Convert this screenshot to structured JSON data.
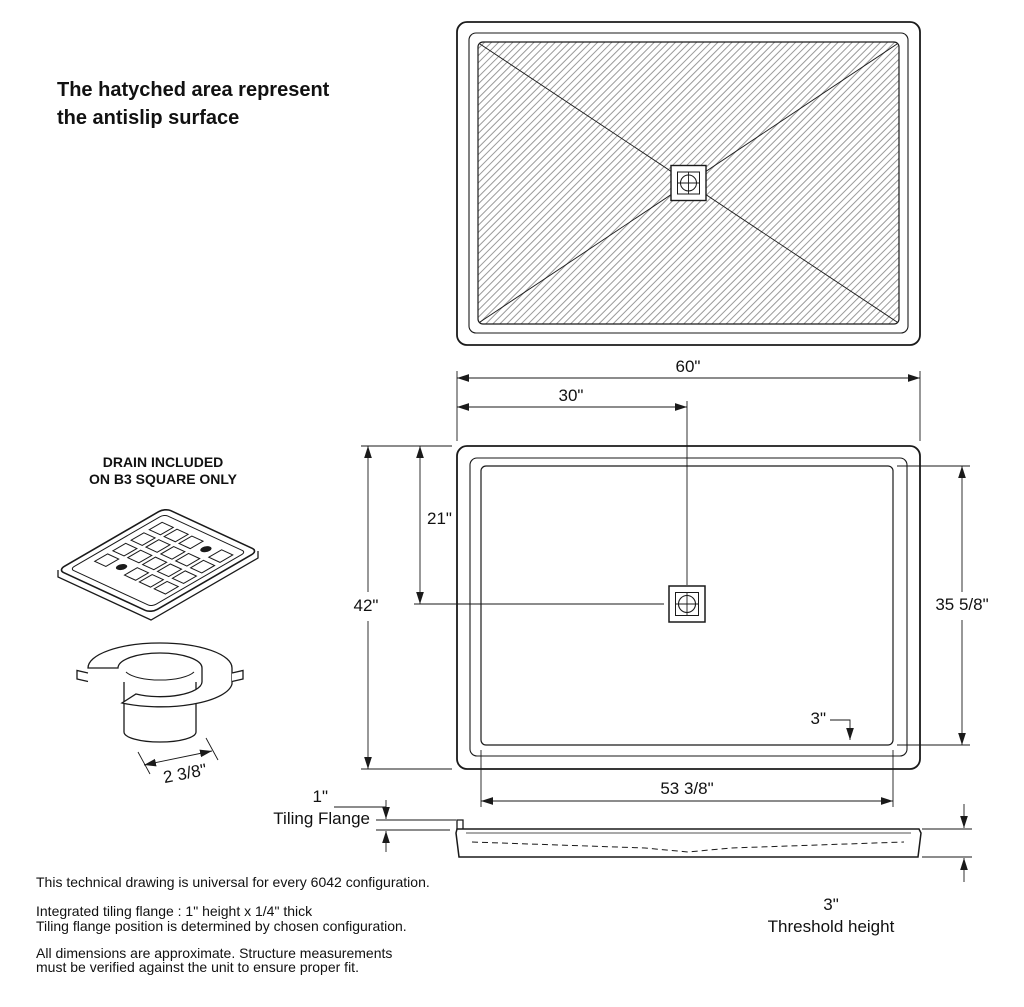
{
  "notes": {
    "hatch_line1": "The hatyched area represent",
    "hatch_line2": "the antislip surface",
    "drain_line1": "DRAIN INCLUDED",
    "drain_line2": "ON B3 SQUARE ONLY",
    "footnote1": "This technical drawing is universal for every 6042 configuration.",
    "footnote2a": "Integrated tiling flange : 1\" height x 1/4\" thick",
    "footnote2b": "Tiling flange position is determined by chosen configuration.",
    "footnote3a": "All dimensions are approximate. Structure measurements",
    "footnote3b": "must be verified against the unit to ensure proper fit."
  },
  "dims": {
    "overall_width": "60\"",
    "drain_offset_x": "30\"",
    "drain_offset_y": "21\"",
    "overall_depth": "42\"",
    "inner_depth": "35 5/8\"",
    "corner_detail": "3\"",
    "inner_width": "53 3/8\"",
    "drain_outlet": "2 3/8\"",
    "flange_height": "1\"",
    "flange_label": "Tiling Flange",
    "threshold_height": "3\"",
    "threshold_label": "Threshold height"
  },
  "colors": {
    "line": "#1a1a1a",
    "hatch": "#6e6e6e",
    "background": "#ffffff"
  }
}
